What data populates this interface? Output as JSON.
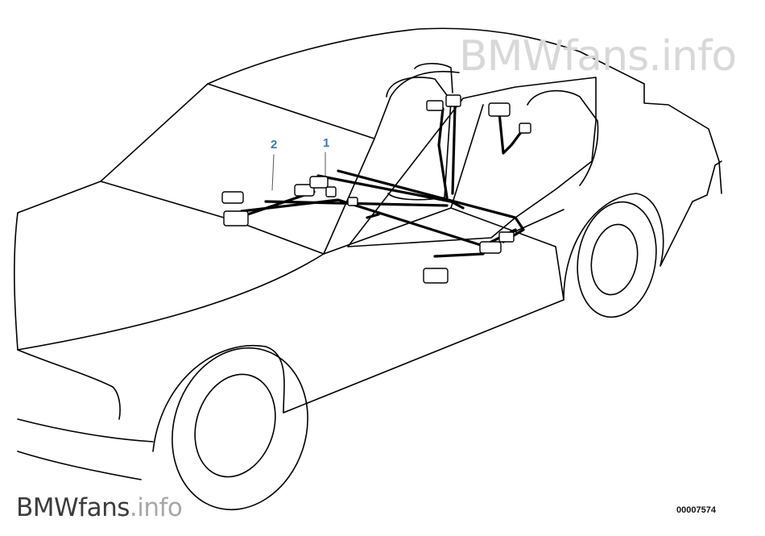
{
  "watermark": {
    "top": {
      "brand": "BMWfans",
      "domain": ".info"
    },
    "bottom": {
      "brand": "BMWfans",
      "domain": ".info"
    }
  },
  "callouts": [
    {
      "label": "1",
      "color": "#3b78b4"
    },
    {
      "label": "2",
      "color": "#3b78b4"
    }
  ],
  "drawing_number": "00007574",
  "colors": {
    "line": "#000000",
    "callout": "#3b78b4",
    "watermark_light": "#d8d8d8",
    "watermark_dark": "#3c3c3c"
  }
}
